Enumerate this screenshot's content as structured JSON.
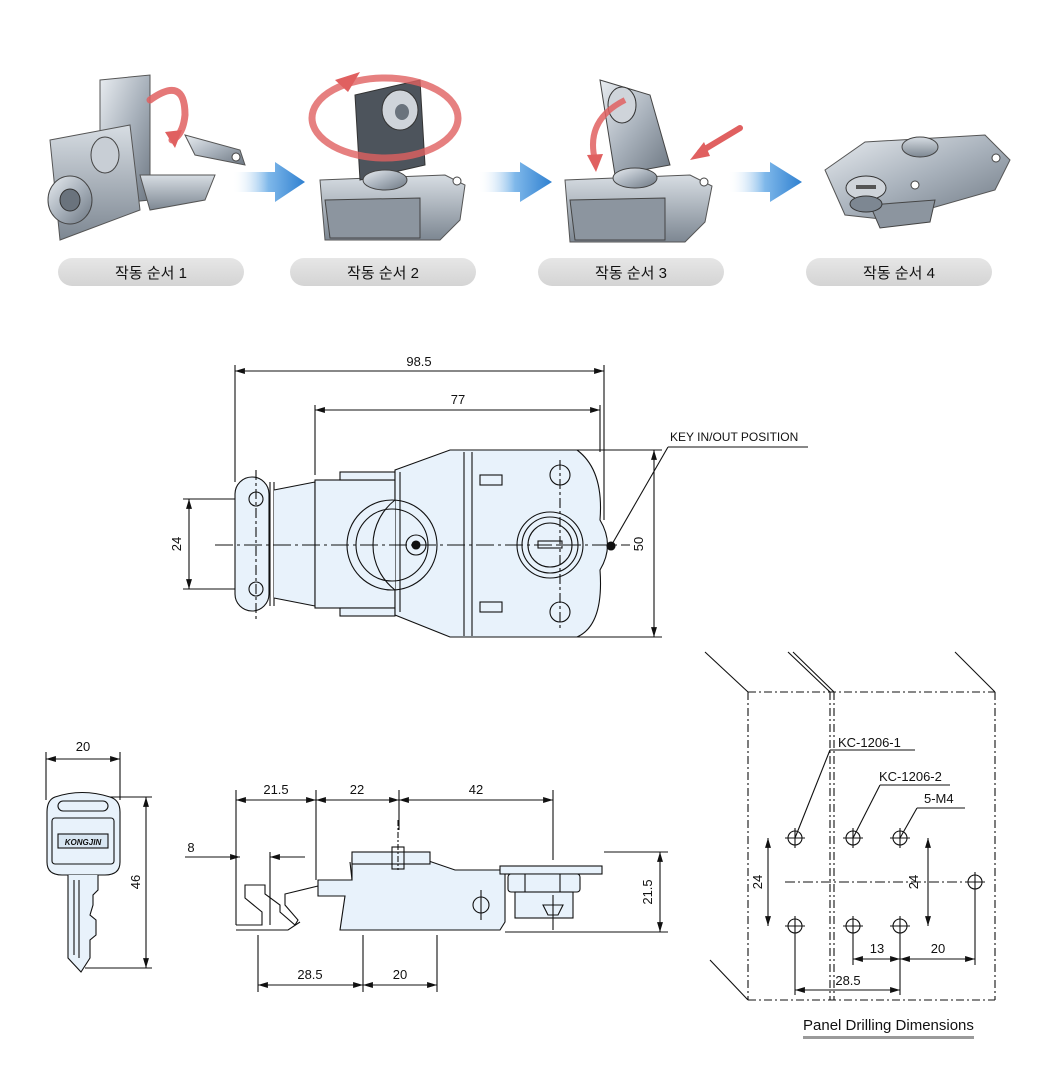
{
  "steps": [
    {
      "label": "작동 순서 1"
    },
    {
      "label": "작동 순서 2"
    },
    {
      "label": "작동 순서 3"
    },
    {
      "label": "작동 순서 4"
    }
  ],
  "top_view": {
    "dim_overall": "98.5",
    "dim_body": "77",
    "dim_hole_pitch": "24",
    "dim_height": "50",
    "key_position_label": "KEY IN/OUT POSITION"
  },
  "key_view": {
    "dim_width": "20",
    "dim_length": "46",
    "brand": "KONGJIN"
  },
  "side_view": {
    "dim_a": "21.5",
    "dim_b": "22",
    "dim_c": "42",
    "dim_hook": "8",
    "dim_height": "21.5",
    "dim_d": "28.5",
    "dim_e": "20"
  },
  "panel": {
    "callout_1": "KC-1206-1",
    "callout_2": "KC-1206-2",
    "callout_3": "5-M4",
    "dim_left_pitch": "24",
    "dim_right_pitch": "24",
    "dim_13": "13",
    "dim_20": "20",
    "dim_285": "28.5",
    "caption": "Panel Drilling Dimensions"
  },
  "colors": {
    "accent_arrow": "#3a8fd8",
    "rotation_arrow": "#e05050",
    "metal": "#9aa3ad",
    "line": "#111111",
    "body_fill": "#e8f2fb"
  }
}
